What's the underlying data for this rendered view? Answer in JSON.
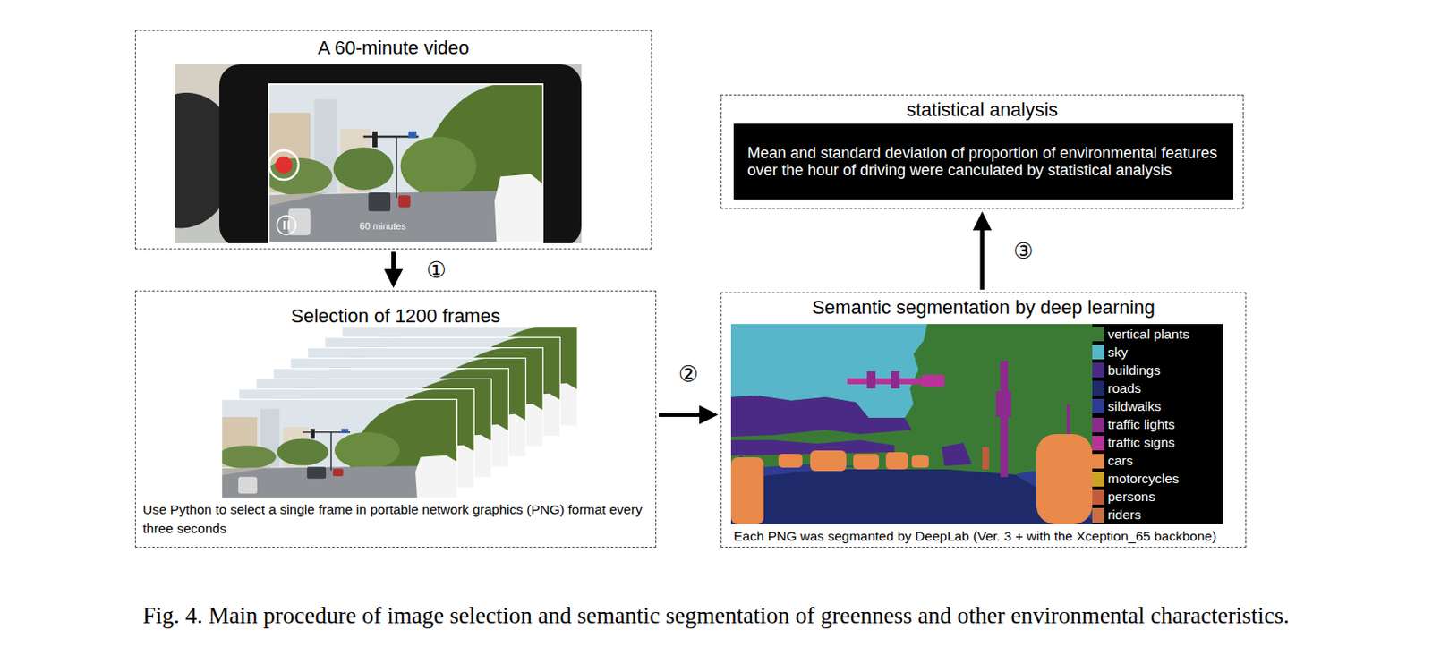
{
  "diagram": {
    "caption": "Fig. 4. Main procedure of image selection and semantic segmentation of greenness and other environmental characteristics.",
    "nodes": [
      {
        "text": [
          "A 60-minute video"
        ]
      },
      {
        "text": [
          "Selection of 1200 frames",
          "Use Python to select a single frame in portable network graphics (PNG) format every three seconds"
        ]
      },
      {
        "text": [
          "Semantic segmentation by deep learning",
          "Each PNG was segmanted by DeepLab (Ver. 3 + with the Xception_65 backbone)"
        ]
      },
      {
        "text": [
          "statistical analysis"
        ]
      },
      {
        "text": [
          "Mean and standard deviation of proportion of environmental features over the hour of driving were canculated by statistical analysis"
        ],
        "in": 3
      }
    ],
    "edges": [
      {
        "from": 0,
        "to": 1,
        "arrow": "to",
        "label": "①"
      },
      {
        "from": 1,
        "to": 2,
        "arrow": "to",
        "label": "②"
      },
      {
        "from": 2,
        "to": 3,
        "arrow": "to",
        "label": "③"
      }
    ],
    "labels": [
      "60 minutes"
    ],
    "legend": [
      {
        "text": "vertical plants",
        "color": "#3b7a35"
      },
      {
        "text": "sky",
        "color": "#57b6c9"
      },
      {
        "text": "buildings",
        "color": "#4b2a86"
      },
      {
        "text": "roads",
        "color": "#1e2a6a"
      },
      {
        "text": "sildwalks",
        "color": "#2e3c92"
      },
      {
        "text": "traffic lights",
        "color": "#8c2a8e"
      },
      {
        "text": "traffic signs",
        "color": "#b8329a"
      },
      {
        "text": "cars",
        "color": "#e9894a"
      },
      {
        "text": "motorcycles",
        "color": "#c9a226"
      },
      {
        "text": "persons",
        "color": "#c05c3c"
      },
      {
        "text": "riders",
        "color": "#c86f45"
      }
    ]
  }
}
